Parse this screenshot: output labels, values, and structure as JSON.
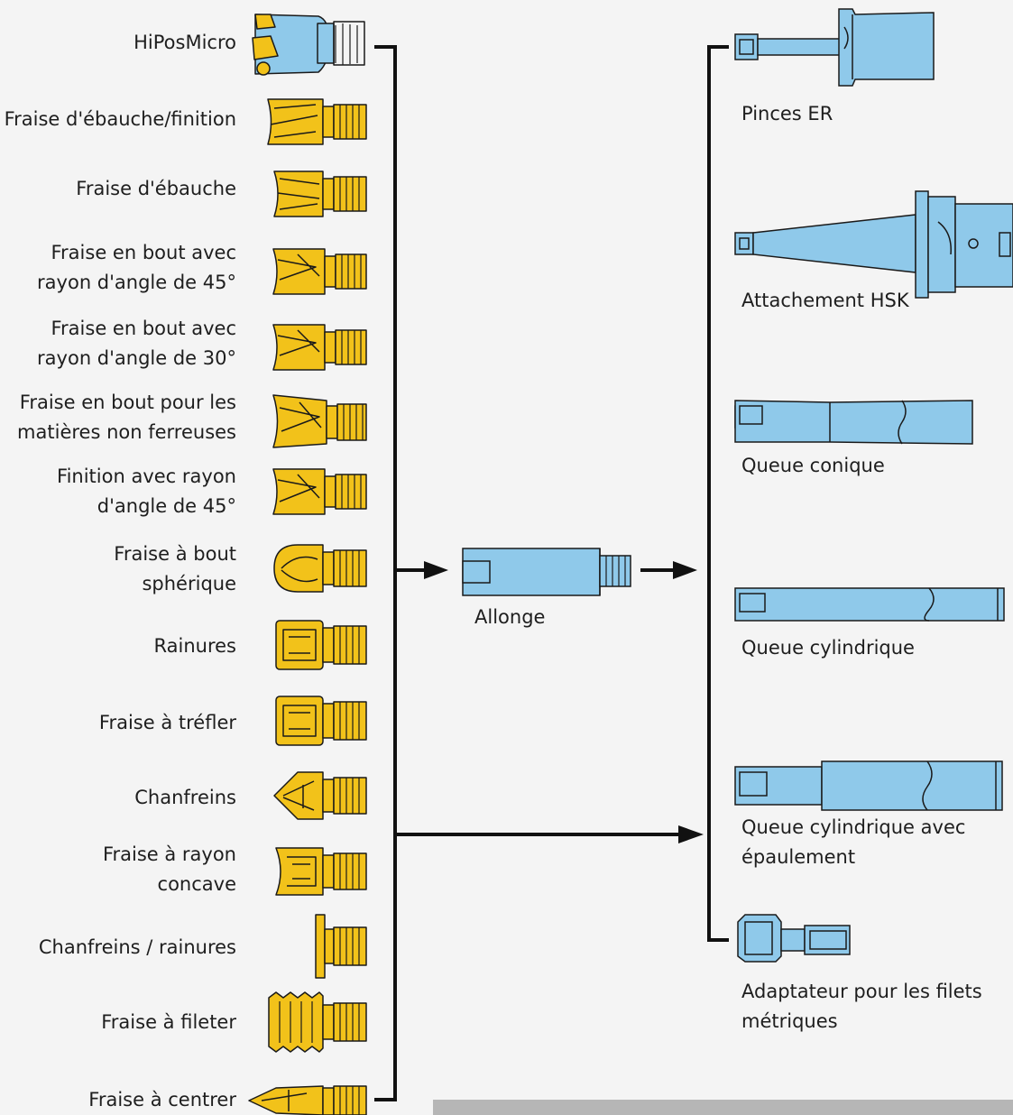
{
  "tools": [
    {
      "line1": "HiPosMicro",
      "line2": "",
      "icon": "hiposmicro-tool-icon"
    },
    {
      "line1": "Fraise d'ébauche/finition",
      "line2": "",
      "icon": "roughing-finishing-mill-icon"
    },
    {
      "line1": "Fraise d'ébauche",
      "line2": "",
      "icon": "roughing-mill-icon"
    },
    {
      "line1": "Fraise en bout avec",
      "line2": "rayon d'angle de 45°",
      "icon": "end-mill-45-icon"
    },
    {
      "line1": "Fraise en bout avec",
      "line2": "rayon d'angle de 30°",
      "icon": "end-mill-30-icon"
    },
    {
      "line1": "Fraise en bout pour les",
      "line2": "matières non ferreuses",
      "icon": "end-mill-nonferrous-icon"
    },
    {
      "line1": "Finition avec rayon",
      "line2": "d'angle de 45°",
      "icon": "finishing-45-icon"
    },
    {
      "line1": "Fraise à bout",
      "line2": "sphérique",
      "icon": "ball-nose-mill-icon"
    },
    {
      "line1": "Rainures",
      "line2": "",
      "icon": "slot-mill-icon"
    },
    {
      "line1": "Fraise à tréfler",
      "line2": "",
      "icon": "tslot-mill-icon"
    },
    {
      "line1": "Chanfreins",
      "line2": "",
      "icon": "chamfer-mill-icon"
    },
    {
      "line1": "Fraise à rayon",
      "line2": "concave",
      "icon": "concave-radius-mill-icon"
    },
    {
      "line1": "Chanfreins / rainures",
      "line2": "",
      "icon": "chamfer-groove-mill-icon"
    },
    {
      "line1": "Fraise à fileter",
      "line2": "",
      "icon": "thread-mill-icon"
    },
    {
      "line1": "Fraise à centrer",
      "line2": "",
      "icon": "centering-mill-icon"
    }
  ],
  "extension": {
    "label": "Allonge",
    "icon": "extension-holder-icon"
  },
  "holders": [
    {
      "line1": "Pinces ER",
      "line2": "",
      "icon": "er-collet-holder-icon"
    },
    {
      "line1": "Attachement HSK",
      "line2": "",
      "icon": "hsk-holder-icon"
    },
    {
      "line1": "Queue conique",
      "line2": "",
      "icon": "tapered-shank-icon"
    },
    {
      "line1": "Queue cylindrique",
      "line2": "",
      "icon": "cylindrical-shank-icon"
    },
    {
      "line1": "Queue cylindrique avec",
      "line2": "épaulement",
      "icon": "shouldered-shank-icon"
    },
    {
      "line1": "Adaptateur pour les filets",
      "line2": "métriques",
      "icon": "metric-thread-adapter-icon"
    }
  ],
  "colors": {
    "insert_gold": "#f2c21a",
    "holder_blue": "#8fc9ea",
    "outline": "#1a1a1a",
    "background": "#f4f4f4",
    "bar": "#b6b6b6"
  }
}
